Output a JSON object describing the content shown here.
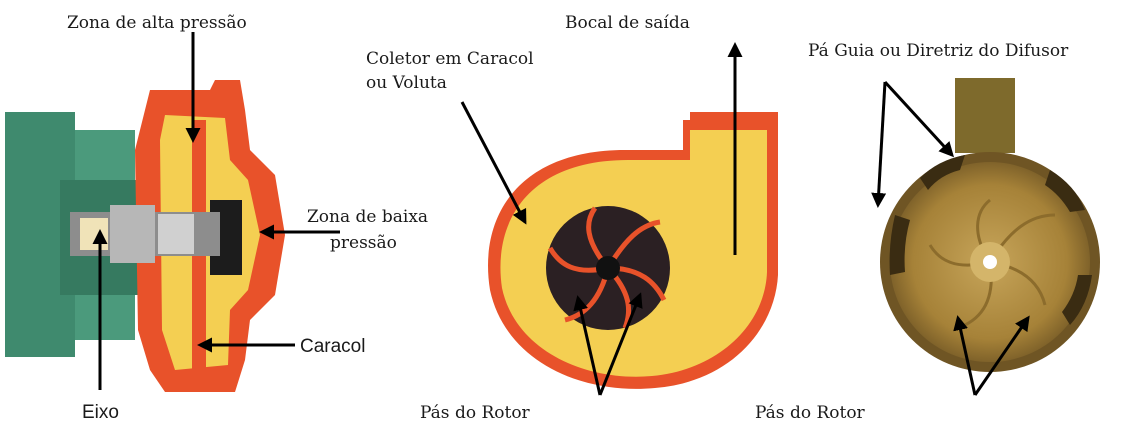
{
  "labels": {
    "high_pressure_zone": "Zona de alta pressão",
    "low_pressure_zone_line1": "Zona de baixa",
    "low_pressure_zone_line2": "pressão",
    "volute_housing": "Caracol",
    "shaft": "Eixo",
    "outlet_nozzle": "Bocal de saída",
    "volute_collector_line1": "Coletor em Caracol",
    "volute_collector_line2": "ou Voluta",
    "rotor_blades_middle": "Pás do Rotor",
    "diffuser_guide_vane": "Pá Guia ou Diretriz do Difusor",
    "rotor_blades_right": "Pás do Rotor"
  },
  "colors": {
    "casing_orange": "#e8522a",
    "volute_yellow": "#f4cf52",
    "motor_green": "#3f8a6e",
    "rotor_dark": "#2b2023",
    "bronze": "#b08a3e"
  }
}
